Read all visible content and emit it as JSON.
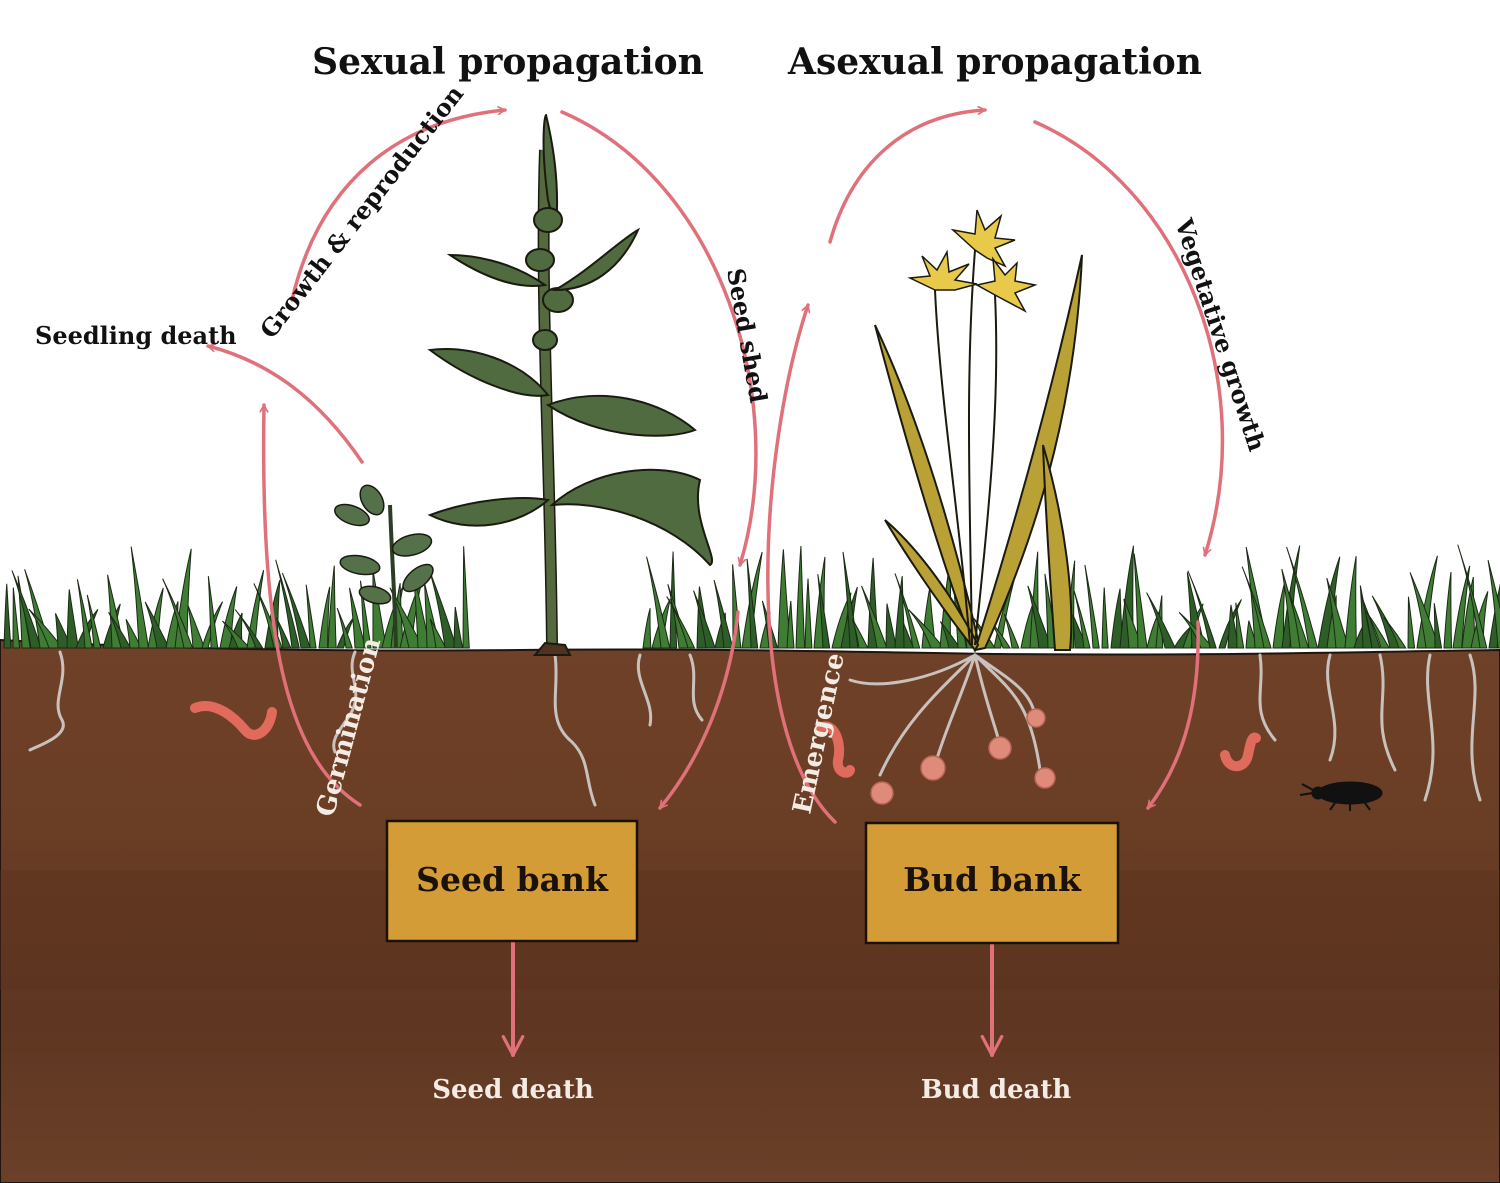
{
  "colors": {
    "soil": "#6f4128",
    "soil_dark": "#5c3420",
    "grass": "#3f7d35",
    "leaf": "#4f6b3f",
    "arrow": "#e0707a",
    "box": "#d39c37",
    "flower": "#e9c94a",
    "blade_yellow": "#b9a136",
    "root": "#d8d8d8",
    "bud": "#e08a7a",
    "worm": "#e06a5c"
  },
  "titles": {
    "sexual": "Sexual propagation",
    "asexual": "Asexual propagation"
  },
  "labels": {
    "seedling_death": "Seedling death",
    "growth_reproduction": "Growth & reproduction",
    "seed_shed": "Seed shed",
    "germination": "Germination",
    "vegetative_growth": "Vegetative growth",
    "emergence": "Emergence",
    "seed_death": "Seed death",
    "bud_death": "Bud death"
  },
  "banks": {
    "seed": "Seed bank",
    "bud": "Bud bank"
  },
  "icons": {
    "weed_plant": "weed-plant-icon",
    "seedling": "seedling-icon",
    "lily_plant": "lily-plant-icon",
    "earthworm": "earthworm-icon",
    "beetle": "beetle-icon"
  }
}
